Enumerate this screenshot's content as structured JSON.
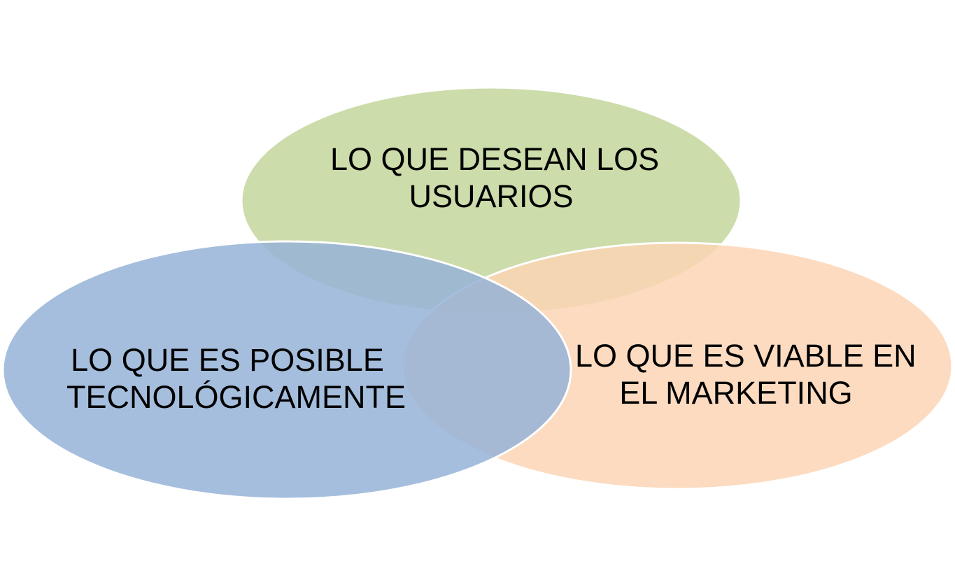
{
  "diagram": {
    "type": "venn",
    "sets": [
      {
        "id": "users",
        "lines": [
          "LO QUE DESEAN LOS",
          "USUARIOS"
        ],
        "color": "#c3d69b"
      },
      {
        "id": "technology",
        "lines": [
          "LO QUE ES POSIBLE",
          "TECNOLÓGICAMENTE"
        ],
        "color": "#95b3d7"
      },
      {
        "id": "marketing",
        "lines": [
          "LO QUE ES VIABLE EN",
          "EL MARKETING"
        ],
        "color": "#fbd5b5"
      }
    ],
    "outline_color": "#ffffff"
  }
}
